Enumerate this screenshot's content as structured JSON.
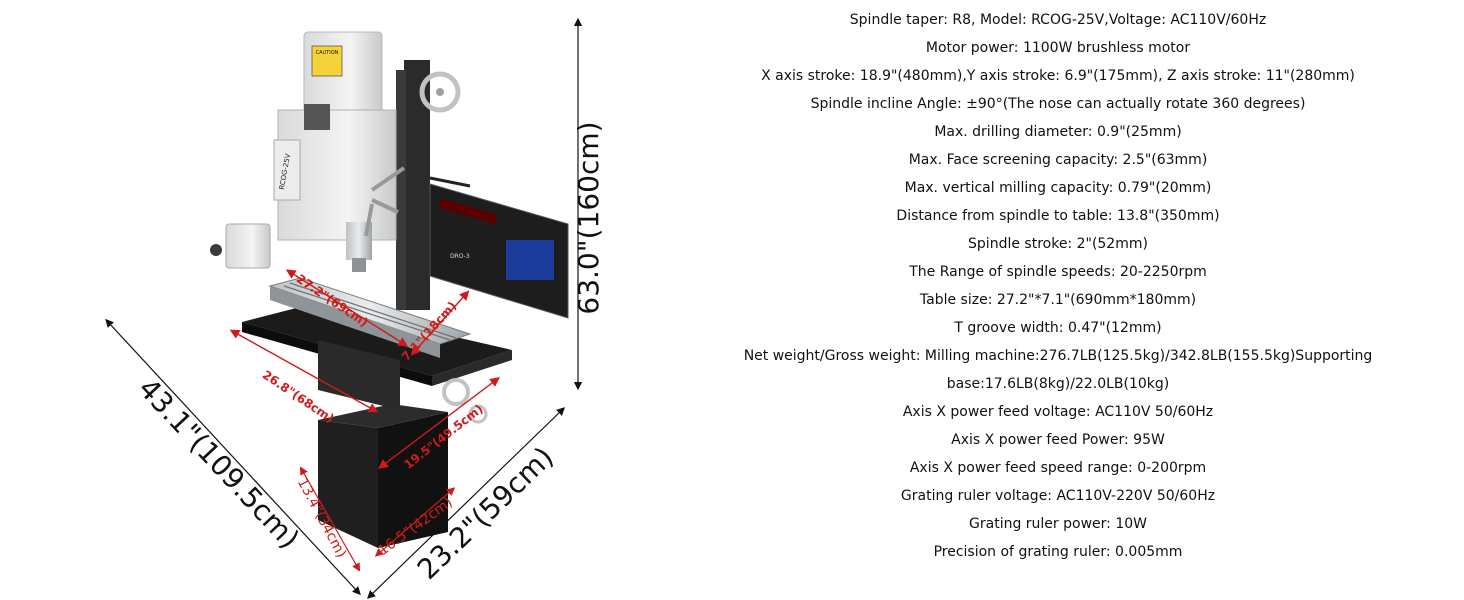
{
  "image": {
    "machine_label": "RCOG-25V",
    "caution_label": "CAUTION",
    "dro_label": "DRO-3"
  },
  "dimensions": {
    "height": "63.0\"(160cm)",
    "depth": "43.1\"(109.5cm)",
    "width": "23.2\"(59cm)",
    "base_depth": "13.4\"(34cm)",
    "base_width": "16.5\"(42cm)",
    "table_length": "27.2\"(69cm)",
    "table_width": "7.1\"(18cm)",
    "tray_length": "26.8\"(68cm)",
    "tray_width": "19.5\"(49.5cm)"
  },
  "specs": [
    "Spindle taper: R8, Model: RCOG-25V,Voltage: AC110V/60Hz",
    "Motor power: 1100W brushless motor",
    "X axis stroke: 18.9\"(480mm),Y axis stroke: 6.9\"(175mm), Z axis stroke: 11\"(280mm)",
    "Spindle incline Angle: ±90°(The nose can actually rotate 360 degrees)",
    "Max. drilling diameter: 0.9\"(25mm)",
    "Max. Face screening capacity: 2.5\"(63mm)",
    "Max. vertical milling capacity: 0.79\"(20mm)",
    "Distance from spindle to table: 13.8\"(350mm)",
    "Spindle stroke: 2\"(52mm)",
    "The Range of spindle speeds: 20-2250rpm",
    "Table size: 27.2\"*7.1\"(690mm*180mm)",
    "T groove width: 0.47\"(12mm)",
    "Net weight/Gross weight: Milling machine:276.7LB(125.5kg)/342.8LB(155.5kg)Supporting",
    "base:17.6LB(8kg)/22.0LB(10kg)",
    "Axis X power feed voltage: AC110V 50/60Hz",
    "Axis X power feed Power: 95W",
    "Axis X power feed speed range: 0-200rpm",
    "Grating ruler voltage: AC110V-220V 50/60Hz",
    "Grating ruler power: 10W",
    "Precision of grating ruler: 0.005mm"
  ]
}
